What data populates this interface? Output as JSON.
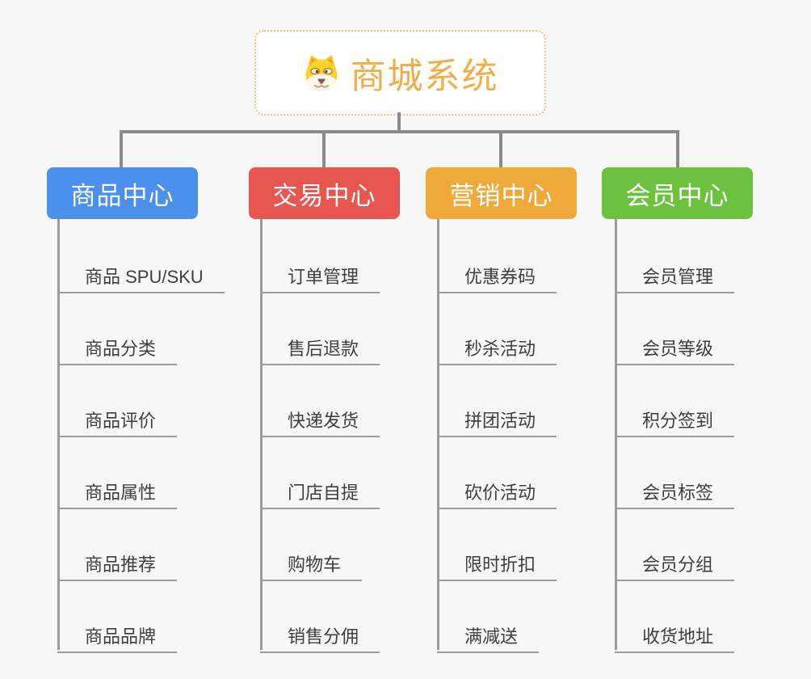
{
  "page": {
    "background_color": "#f7f7f7",
    "connector_color": "#8a8a8a",
    "leaf_line_color": "#9b9b9b"
  },
  "root": {
    "title": "商城系统",
    "icon": "doge-icon",
    "text_color": "#f0ae4a",
    "border_color": "#f5c071"
  },
  "branches": [
    {
      "label": "商品中心",
      "color": "#4a90ec",
      "children": [
        "商品 SPU/SKU",
        "商品分类",
        "商品评价",
        "商品属性",
        "商品推荐",
        "商品品牌"
      ]
    },
    {
      "label": "交易中心",
      "color": "#e7574f",
      "children": [
        "订单管理",
        "售后退款",
        "快递发货",
        "门店自提",
        "购物车",
        "销售分佣"
      ]
    },
    {
      "label": "营销中心",
      "color": "#efa939",
      "children": [
        "优惠券码",
        "秒杀活动",
        "拼团活动",
        "砍价活动",
        "限时折扣",
        "满减送"
      ]
    },
    {
      "label": "会员中心",
      "color": "#6cc13f",
      "children": [
        "会员管理",
        "会员等级",
        "积分签到",
        "会员标签",
        "会员分组",
        "收货地址"
      ]
    }
  ]
}
